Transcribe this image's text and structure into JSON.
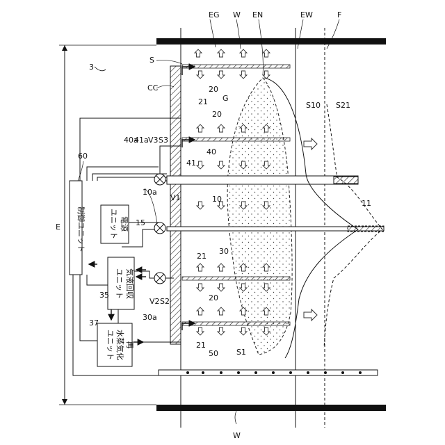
{
  "labels": {
    "fig_number": "3",
    "eg": "EG",
    "w_top": "W",
    "en": "EN",
    "ew": "EW",
    "f": "F",
    "s": "S",
    "cc": "CC",
    "n20a": "20",
    "n21a": "21",
    "g": "G",
    "s10": "S10",
    "s21": "S21",
    "n20b": "20",
    "n40a": "40a",
    "n41a": "41a",
    "v3": "V3",
    "s3": "S3",
    "n40": "40",
    "n60": "60",
    "n41": "41",
    "n10a": "10a",
    "v1": "V1",
    "n10": "10",
    "n11": "11",
    "n15": "15",
    "e": "E",
    "n21b": "21",
    "n30": "30",
    "n35": "35",
    "n30a": "30a",
    "v2": "V2",
    "s2": "S2",
    "n20c": "20",
    "n37": "37",
    "n21c": "21",
    "n50": "50",
    "s1": "S1",
    "w_bottom": "W"
  },
  "blocks": {
    "control_unit": "制御ユニット",
    "power_unit": [
      "電源",
      "ユニット"
    ],
    "recovery_unit": [
      "気液回収",
      "ユニット"
    ],
    "revapor_unit": [
      "再",
      "水蒸気化",
      "ユニット"
    ]
  }
}
